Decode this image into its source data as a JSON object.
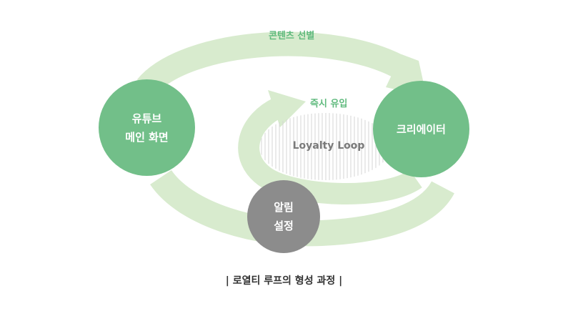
{
  "nodes": {
    "youtube": {
      "line1": "유튜브",
      "line2": "메인 화면"
    },
    "creator": {
      "label": "크리에이터"
    },
    "alarm": {
      "line1": "알림",
      "line2": "설정"
    }
  },
  "arcs": {
    "outer_label": "콘텐츠 선별",
    "inner_label": "즉시 유입"
  },
  "center_label": "Loyalty Loop",
  "caption": "| 로열티 루프의 형성 과정 |",
  "colors": {
    "band": "#d8ebce",
    "node_green": "#72bf89",
    "node_gray": "#8c8c8c",
    "label_green": "#5fba7d",
    "hatch": "#d4d4d4"
  }
}
